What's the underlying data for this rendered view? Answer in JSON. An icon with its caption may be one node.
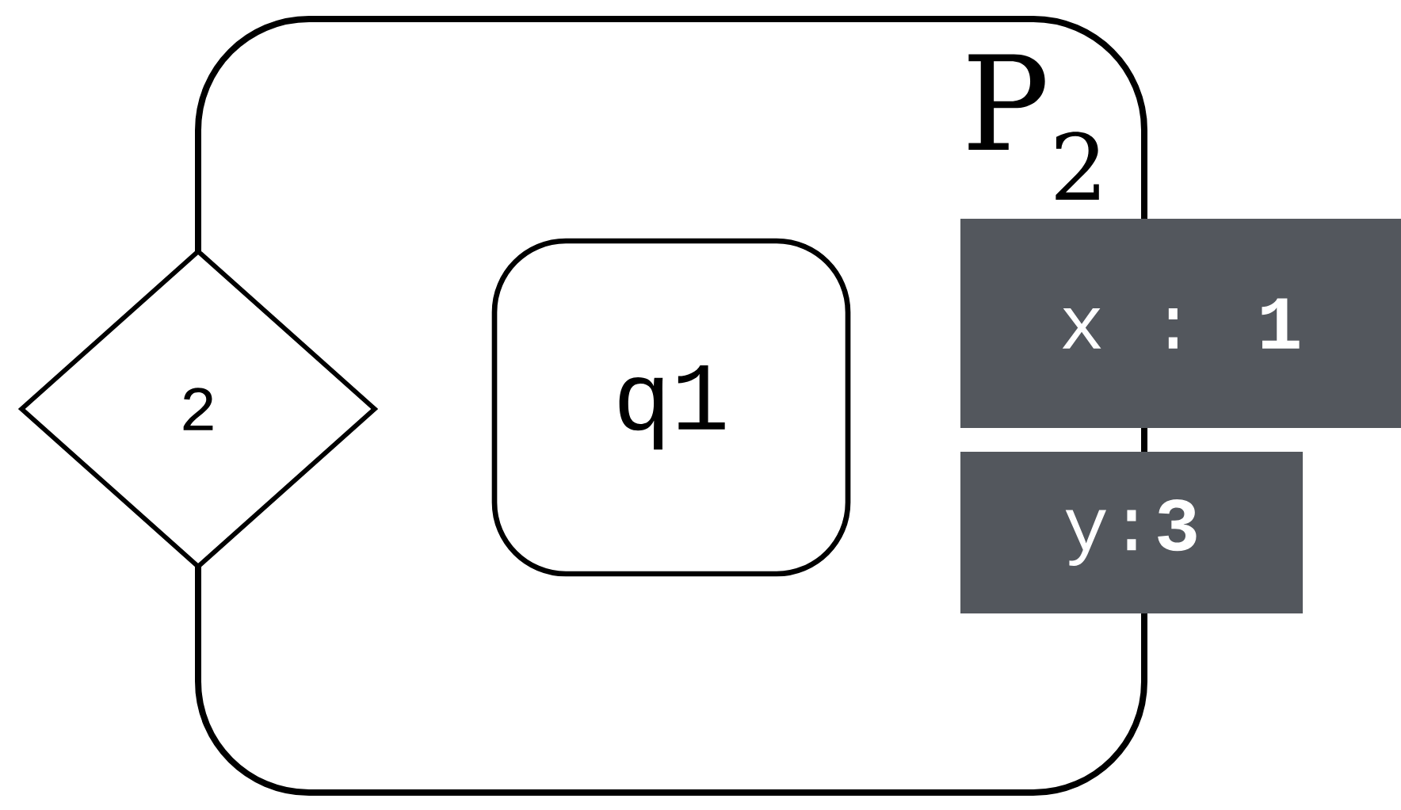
{
  "diagram": {
    "nodes": [
      {
        "text": [
          "P$_{2}$"
        ]
      },
      {
        "text": [
          "2"
        ]
      },
      {
        "text": [
          "q1"
        ],
        "in": 0
      },
      {
        "text": [
          "x : **1**"
        ]
      },
      {
        "text": [
          "y:**3**"
        ]
      }
    ]
  }
}
